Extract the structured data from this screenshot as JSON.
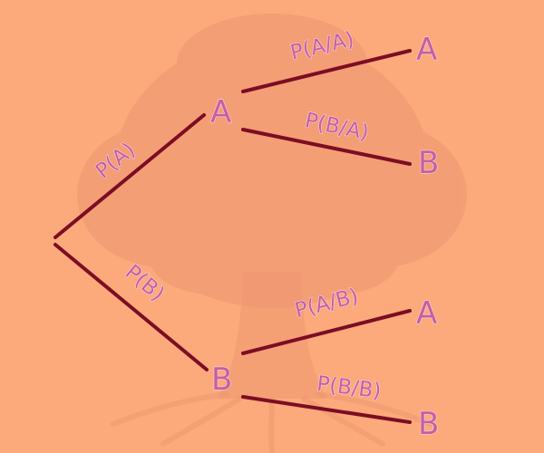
{
  "colors": {
    "background": "#fcaa7b",
    "branch": "#7b0d24",
    "label_fill": "#c65f9e",
    "label_outline": "#f7d1e4",
    "tree_watermark": "#ee9571"
  },
  "nodes": {
    "level1_top": "A",
    "level1_bottom": "B",
    "leaf_aa": "A",
    "leaf_ab": "B",
    "leaf_ba": "A",
    "leaf_bb": "B"
  },
  "probabilities": {
    "p_a": "P(A)",
    "p_b": "P(B)",
    "p_a_given_a": "P(A/A)",
    "p_b_given_a": "P(B/A)",
    "p_a_given_b": "P(A/B)",
    "p_b_given_b": "P(B/B)"
  },
  "watermark_icon": "tree-icon"
}
